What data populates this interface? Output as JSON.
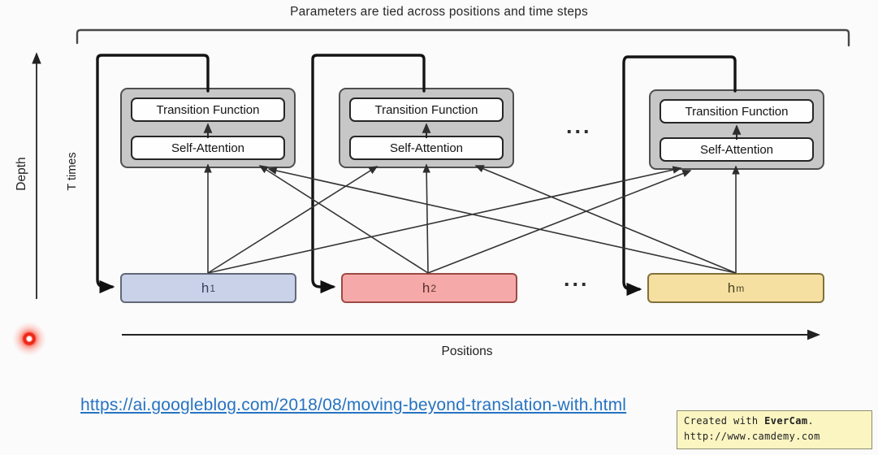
{
  "figure": {
    "title": "Parameters are tied across positions and time steps",
    "depth_axis_label": "Depth",
    "t_times_label": "T times",
    "positions_axis_label": "Positions",
    "ellipsis_modules": "...",
    "ellipsis_states": "...",
    "module_fill": "#c7c7c7",
    "module_border": "#4f4f4f",
    "modules": [
      {
        "transition_label": "Transition Function",
        "attention_label": "Self-Attention"
      },
      {
        "transition_label": "Transition Function",
        "attention_label": "Self-Attention"
      },
      {
        "transition_label": "Transition Function",
        "attention_label": "Self-Attention"
      }
    ],
    "states": [
      {
        "base": "h",
        "sub": "1",
        "fill": "#c9d2e9",
        "border": "#606878",
        "text_color": "#39425c"
      },
      {
        "base": "h",
        "sub": "2",
        "fill": "#f6a9a9",
        "border": "#9c4a44",
        "text_color": "#58302f"
      },
      {
        "base": "h",
        "sub": "m",
        "fill": "#f5e0a2",
        "border": "#80703a",
        "text_color": "#4c4121"
      }
    ]
  },
  "footer": {
    "source_url": "https://ai.googleblog.com/2018/08/moving-beyond-translation-with.html",
    "url_color": "#2673c2"
  },
  "watermark": {
    "created_prefix": "Created with ",
    "brand": "EverCam",
    "created_suffix": ".",
    "site_url": "http://www.camdemy.com"
  }
}
